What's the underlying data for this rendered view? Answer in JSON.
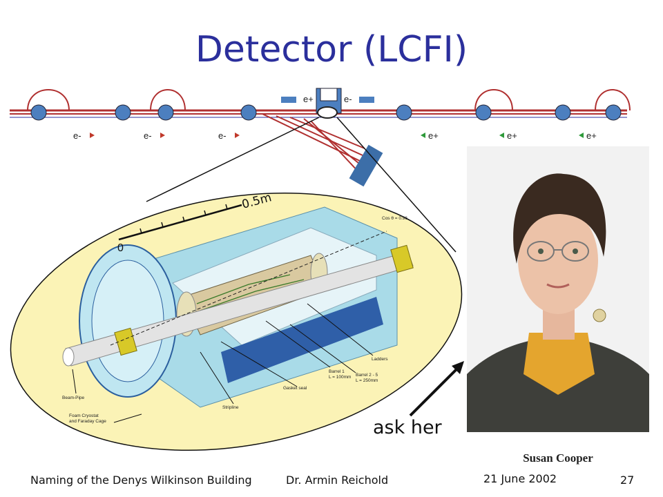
{
  "title": "Detector (LCFI)",
  "beamline": {
    "top_labels": [
      "e+",
      "e-"
    ],
    "lower_labels": [
      "e-",
      "e-",
      "e-",
      "e+",
      "e+",
      "e+"
    ]
  },
  "detector": {
    "scale_zero": "0",
    "scale_length": "0.5m",
    "cos_label": "Cos θ = 0.96",
    "callouts": {
      "ladders": "Ladders",
      "barrel1_a": "Barrel 1",
      "barrel1_b": "L = 100mm",
      "barrel25_a": "Barrel 2 - 5",
      "barrel25_b": "L = 250mm",
      "gasket": "Gasket seal",
      "stripline": "Stripline",
      "beampipe": "Beam-Pipe",
      "cryostat_a": "Foam Cryostat",
      "cryostat_b": "and Faraday Cage"
    }
  },
  "photo": {
    "caption": "Susan Cooper"
  },
  "annotation": "ask her",
  "footer": {
    "left": "Naming of the Denys Wilkinson Building",
    "author": "Dr. Armin Reichold",
    "date": "21 June 2002",
    "page": "27"
  },
  "colors": {
    "title": "#2b2f9c",
    "beam": "#c0392b",
    "ellipse_fill": "#fbf3b6",
    "detector_blue": "#a9dbe8"
  }
}
